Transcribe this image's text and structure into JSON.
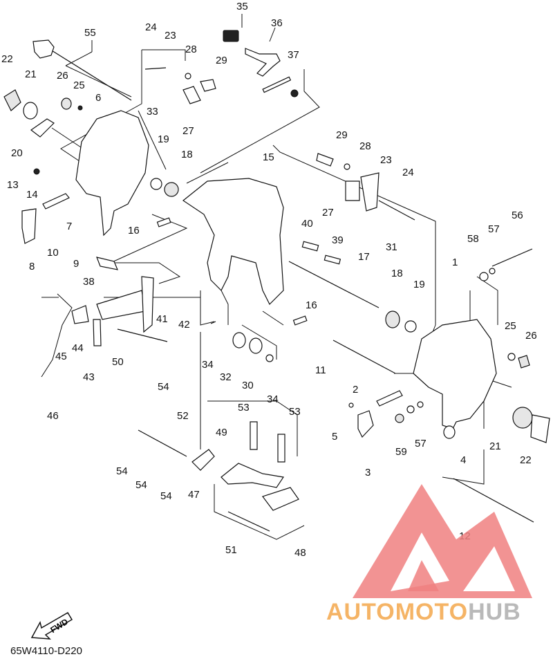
{
  "diagram_code": "65W4110-D220",
  "fwd_label": "FWD",
  "watermark": {
    "part1": "AUTOMOTO",
    "part2": "HUB",
    "accent_color": "#f5b466",
    "secondary_color": "#b9b9b9",
    "logo_color": "#f08080"
  },
  "labels": {
    "l35": "35",
    "l36": "36",
    "l37": "37",
    "l55": "55",
    "l24a": "24",
    "l23a": "23",
    "l28a": "28",
    "l29a": "29",
    "l22a": "22",
    "l21a": "21",
    "l26a": "26",
    "l25a": "25",
    "l6": "6",
    "l33": "33",
    "l27a": "27",
    "l20": "20",
    "l19a": "19",
    "l18a": "18",
    "l15": "15",
    "l13": "13",
    "l14": "14",
    "l7": "7",
    "l10": "10",
    "l8": "8",
    "l16a": "16",
    "l9": "9",
    "l38": "38",
    "l41": "41",
    "l42": "42",
    "l45": "45",
    "l44": "44",
    "l43": "43",
    "l50": "50",
    "l54a": "54",
    "l46": "46",
    "l29b": "29",
    "l28b": "28",
    "l23b": "23",
    "l24b": "24",
    "l27b": "27",
    "l31": "31",
    "l56": "56",
    "l40": "40",
    "l39": "39",
    "l17": "17",
    "l58": "58",
    "l57a": "57",
    "l1": "1",
    "l18b": "18",
    "l19b": "19",
    "l16b": "16",
    "l34a": "34",
    "l32": "32",
    "l30": "30",
    "l34b": "34",
    "l11": "11",
    "l25b": "25",
    "l26b": "26",
    "l2": "2",
    "l5": "5",
    "l3": "3",
    "l59": "59",
    "l57b": "57",
    "l4": "4",
    "l21b": "21",
    "l22b": "22",
    "l53a": "53",
    "l53b": "53",
    "l52": "52",
    "l49": "49",
    "l54b": "54",
    "l54c": "54",
    "l54d": "54",
    "l47": "47",
    "l51": "51",
    "l48": "48",
    "l12": "12"
  }
}
